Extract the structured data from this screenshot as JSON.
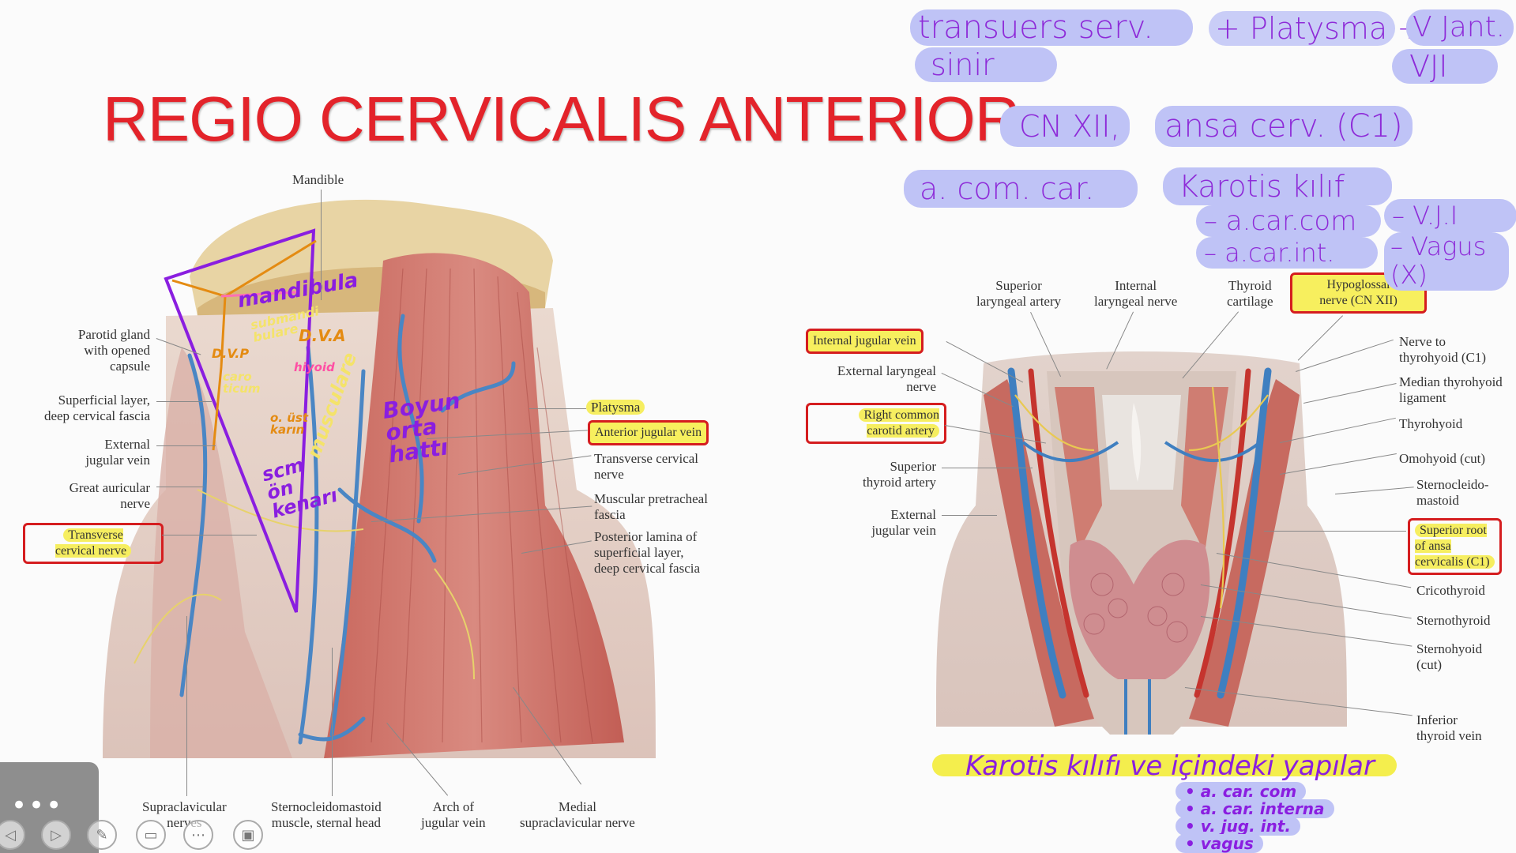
{
  "title": "REGIO CERVICALIS ANTERIOR",
  "left_figure": {
    "labels": {
      "mandible": "Mandible",
      "parotid": "Parotid gland\nwith opened\ncapsule",
      "superficial": "Superficial layer,\ndeep cervical fascia",
      "ext_jugular": "External\njugular vein",
      "great_auricular": "Great auricular\nnerve",
      "transverse_boxed": "Transverse\ncervical nerve",
      "supraclavicular": "Supraclavicular\nnerves",
      "scm": "Sternocleidomastoid\nmuscle, sternal head",
      "arch": "Arch of\njugular vein",
      "medial_supra": "Medial\nsupraclavicular nerve",
      "platysma": "Platysma",
      "anterior_jugular": "Anterior jugular vein",
      "transverse_cervical": "Transverse cervical\nnerve",
      "muscular_pretracheal": "Muscular pretracheal\nfascia",
      "posterior_lamina": "Posterior lamina of\nsuperficial layer,\ndeep cervical fascia"
    },
    "annotations": {
      "mandibula": "mandibula",
      "submandibulare": "submandi\nbulare",
      "dvp": "D.V.P",
      "dva": "D.V.A",
      "hiyoid": "hiyoid",
      "caroticum": "caro\nticum",
      "ust_karin": "o. üst\nkarın",
      "musculare": "musculare",
      "scm_on_kenar": "scm\nön\nkenarı",
      "boyun_orta_hatti": "Boyun\norta\nhattı"
    }
  },
  "right_figure": {
    "labels": {
      "sup_laryngeal": "Superior\nlaryngeal artery",
      "int_laryngeal": "Internal\nlaryngeal nerve",
      "thyroid_cart": "Thyroid\ncartilage",
      "hypoglossal": "Hypoglossal\nnerve (CN XII)",
      "internal_jugular": "Internal jugular vein",
      "ext_laryngeal": "External laryngeal\nnerve",
      "right_common_carotid": "Right common\ncarotid artery",
      "sup_thyroid": "Superior\nthyroid artery",
      "ext_jugular_r": "External\njugular vein",
      "nerve_thyrohyoid": "Nerve to\nthyrohyoid (C1)",
      "median_thyrohyoid": "Median thyrohyoid\nligament",
      "thyrohyoid": "Thyrohyoid",
      "omohyoid": "Omohyoid (cut)",
      "sternocleido": "Sternocleido-\nmastoid",
      "superior_root": "Superior root\nof ansa\ncervicalis (C1)",
      "cricothyroid": "Cricothyroid",
      "sternothyroid": "Sternothyroid",
      "sternohyoid": "Sternohyoid\n(cut)",
      "inferior_thyroid": "Inferior\nthyroid vein"
    }
  },
  "handwritten_notes": {
    "transvers_serv": "transuers serv.",
    "sinir": "sinir",
    "platysma": "+ Platysma +",
    "v_jant": "V Jant.",
    "vji": "VJI",
    "cn_xii": "CN XII,",
    "ansa_cerv": "ansa cerv. (C1)",
    "a_com_car": "a. com. car.",
    "karotis_kilif": "Karotis kılıf",
    "a_car_com": "– a.car.com",
    "a_car_int": "– a.car.int.",
    "vji_2": "– V.J.I",
    "vagus": "– Vagus\n(X)"
  },
  "caption": {
    "text": "Karotis kılıfı ve içindeki yapılar",
    "items": [
      "• a. car. com",
      "• a. car. interna",
      "• v. jug. int.",
      "• vagus"
    ]
  },
  "toolbar": {
    "more": "•••",
    "buttons": [
      "prev-icon",
      "next-icon",
      "pen-icon",
      "screen-icon",
      "grid-icon",
      "present-icon"
    ]
  }
}
